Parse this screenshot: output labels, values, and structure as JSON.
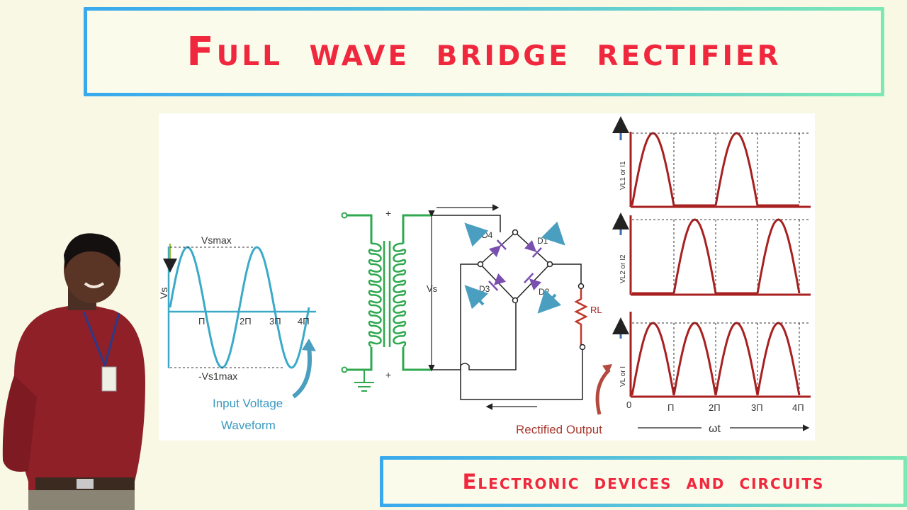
{
  "title": "Full wave bridge rectifier",
  "subtitle": "Electronic devices and circuits",
  "input_waveform": {
    "axis_label": "Vs",
    "max_label": "Vsmax",
    "min_label": "-Vs1max",
    "ticks": [
      "Π",
      "2Π",
      "3Π",
      "4Π"
    ],
    "caption_line1": "Input Voltage",
    "caption_line2": "Waveform"
  },
  "circuit": {
    "secondary_label": "Vs",
    "top_polarity": "+",
    "bottom_polarity": "+",
    "diodes": [
      "D4",
      "D1",
      "D3",
      "D2"
    ],
    "load_label": "RL",
    "output_caption": "Rectified Output"
  },
  "output_graphs": {
    "axis_labels": [
      "VL1 or I1",
      "VL2 or I2",
      "VL or I"
    ],
    "x_ticks": [
      "0",
      "Π",
      "2Π",
      "3Π",
      "4Π"
    ],
    "x_axis_label": "ωt"
  },
  "colors": {
    "title_red": "#f0283e",
    "sine_blue": "#3aaac8",
    "coil_green": "#2fa84f",
    "wave_red": "#a82020",
    "diode_purple": "#7a4fb0",
    "arrow_teal": "#4a9fc0"
  }
}
